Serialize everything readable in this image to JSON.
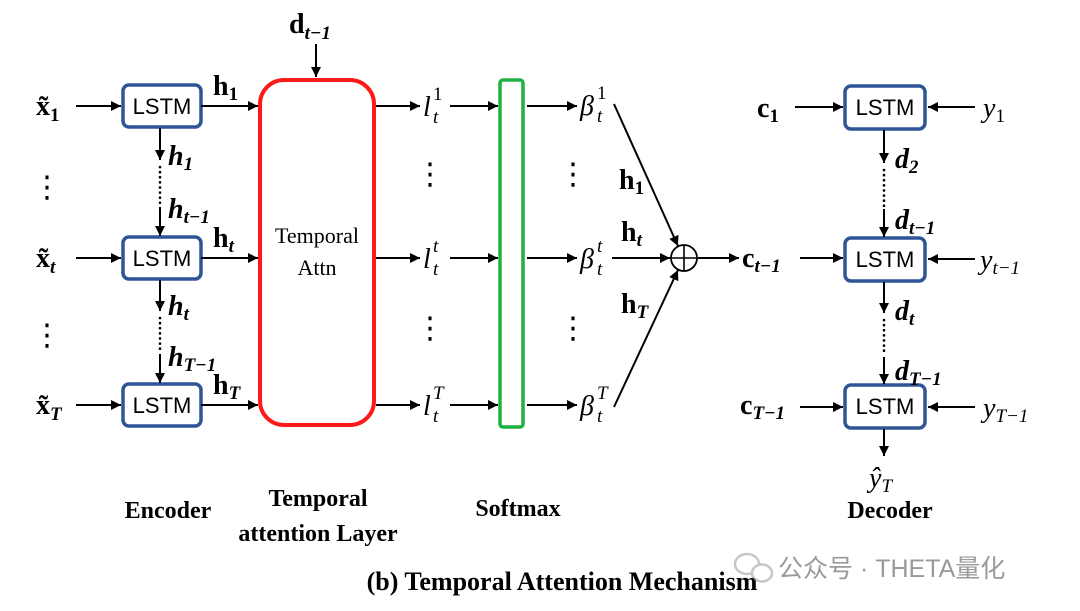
{
  "colors": {
    "lstm_border": "#2f5597",
    "attention_border": "#ff1a1a",
    "softmax_border": "#1fb140",
    "watermark": "#9a9a9a"
  },
  "attention_query": {
    "base": "d",
    "sub": "t−1"
  },
  "encoder": {
    "label": "Encoder",
    "ellipsis": "⋮",
    "cells": [
      {
        "label": "LSTM",
        "input": {
          "base": "x̃",
          "sub": "1"
        },
        "output": {
          "base": "h",
          "sub": "1"
        }
      },
      {
        "label": "LSTM",
        "input": {
          "base": "x̃",
          "sub": "t"
        },
        "output": {
          "base": "h",
          "sub": "t"
        }
      },
      {
        "label": "LSTM",
        "input": {
          "base": "x̃",
          "sub": "T"
        },
        "output": {
          "base": "h",
          "sub": "T"
        }
      }
    ],
    "links": [
      {
        "upper": {
          "base": "h",
          "sub": "1"
        },
        "lower": {
          "base": "h",
          "sub": "t−1"
        }
      },
      {
        "upper": {
          "base": "h",
          "sub": "t"
        },
        "lower": {
          "base": "h",
          "sub": "T−1"
        }
      }
    ]
  },
  "attention_layer": {
    "box_text": [
      "Temporal",
      "Attn"
    ],
    "label": [
      "Temporal",
      "attention Layer"
    ],
    "ellipsis": "⋮",
    "outputs": [
      {
        "base": "l",
        "sub": "t",
        "sup": "1"
      },
      {
        "base": "l",
        "sub": "t",
        "sup": "t"
      },
      {
        "base": "l",
        "sub": "t",
        "sup": "T"
      }
    ]
  },
  "softmax": {
    "label": "Softmax",
    "ellipsis": "⋮",
    "outputs": [
      {
        "base": "β",
        "sub": "t",
        "sup": "1"
      },
      {
        "base": "β",
        "sub": "t",
        "sup": "t"
      },
      {
        "base": "β",
        "sub": "t",
        "sup": "T"
      }
    ]
  },
  "aggregation": {
    "inputs": [
      {
        "base": "h",
        "sub": "1"
      },
      {
        "base": "h",
        "sub": "t"
      },
      {
        "base": "h",
        "sub": "T"
      }
    ],
    "output": {
      "base": "c",
      "sub": "t−1"
    }
  },
  "decoder": {
    "label": "Decoder",
    "cells": [
      {
        "label": "LSTM",
        "context": {
          "base": "c",
          "sub": "1"
        },
        "input": {
          "base": "y",
          "sub": "1"
        }
      },
      {
        "label": "LSTM",
        "input": {
          "base": "y",
          "sub": "t−1"
        }
      },
      {
        "label": "LSTM",
        "context": {
          "base": "c",
          "sub": "T−1"
        },
        "input": {
          "base": "y",
          "sub": "T−1"
        }
      }
    ],
    "links": [
      {
        "upper": {
          "base": "d",
          "sub": "2"
        },
        "lower": {
          "base": "d",
          "sub": "t−1"
        }
      },
      {
        "upper": {
          "base": "d",
          "sub": "t"
        },
        "lower": {
          "base": "d",
          "sub": "T−1"
        }
      }
    ],
    "output": {
      "base": "ŷ",
      "sub": "T"
    }
  },
  "caption": "(b) Temporal Attention Mechanism",
  "watermark": "公众号 · THETA量化"
}
